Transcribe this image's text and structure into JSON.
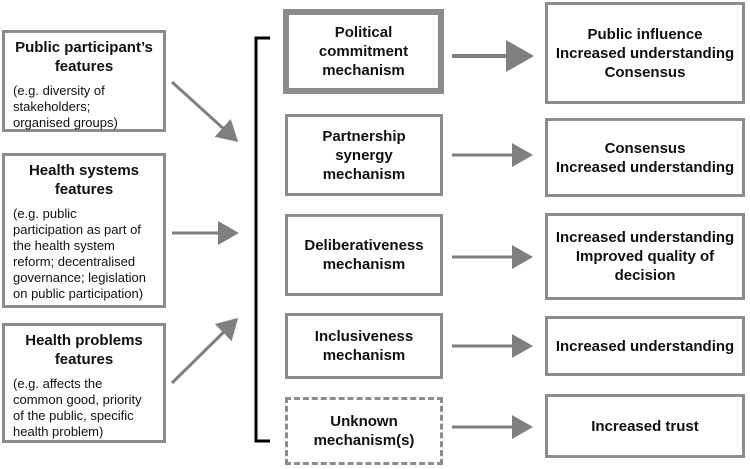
{
  "features": [
    {
      "title_lines": [
        "Public participant’s",
        "features"
      ],
      "desc_lines": [
        "(e.g. diversity of",
        "stakeholders;",
        "organised groups)"
      ]
    },
    {
      "title_lines": [
        "Health systems",
        "features"
      ],
      "desc_lines": [
        "(e.g. public",
        "participation as part of",
        "the health system",
        "reform; decentralised",
        "governance; legislation",
        "on public participation)"
      ]
    },
    {
      "title_lines": [
        "Health problems",
        "features"
      ],
      "desc_lines": [
        "(e.g. affects the",
        "common good, priority",
        "of the public, specific",
        "health problem)"
      ]
    }
  ],
  "mechanisms": [
    {
      "lines": [
        "Political",
        "commitment",
        "mechanism"
      ]
    },
    {
      "lines": [
        "Partnership",
        "synergy",
        "mechanism"
      ]
    },
    {
      "lines": [
        "Deliberativeness",
        "mechanism"
      ]
    },
    {
      "lines": [
        "Inclusiveness",
        "mechanism"
      ]
    },
    {
      "lines": [
        "Unknown",
        "mechanism(s)"
      ]
    }
  ],
  "outcomes": [
    {
      "lines": [
        "Public influence",
        "Increased understanding",
        "Consensus"
      ]
    },
    {
      "lines": [
        "Consensus",
        "Increased understanding"
      ]
    },
    {
      "lines": [
        "Increased understanding",
        "Improved quality of",
        "decision"
      ]
    },
    {
      "lines": [
        "Increased understanding"
      ]
    },
    {
      "lines": [
        "Increased trust"
      ]
    }
  ],
  "colors": {
    "border": "#8c8c8c",
    "arrow": "#7f7f7f",
    "bracket": "#000000"
  }
}
